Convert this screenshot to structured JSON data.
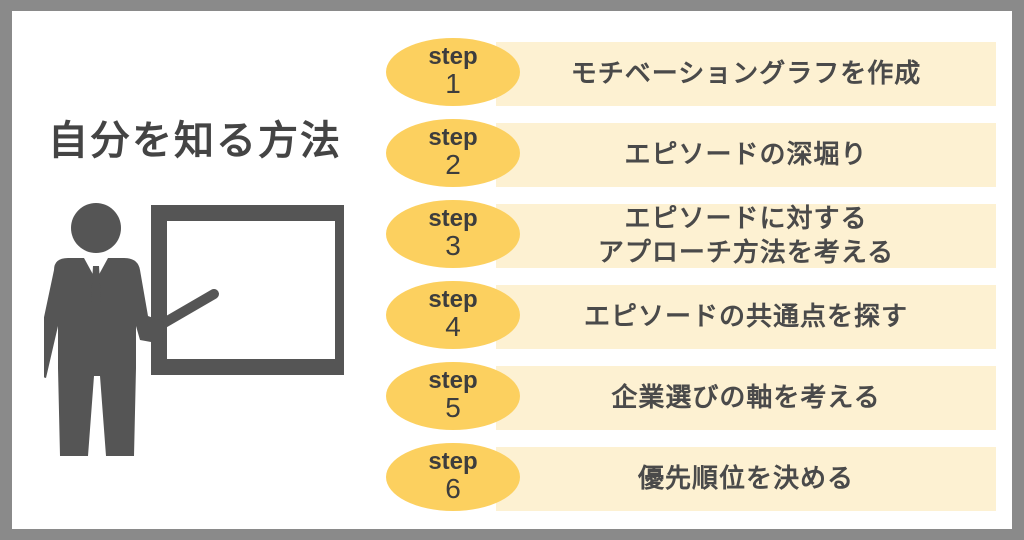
{
  "title": "自分を知る方法",
  "illustration": {
    "icon": "presenter-at-whiteboard-icon",
    "color": "#555555"
  },
  "colors": {
    "frame": "#8a8a8a",
    "badge": "#fcd05f",
    "bar": "#fdf1d2",
    "text": "#444444"
  },
  "steps": [
    {
      "label": "step",
      "number": "1",
      "lines": [
        "モチベーショングラフを作成"
      ]
    },
    {
      "label": "step",
      "number": "2",
      "lines": [
        "エピソードの深堀り"
      ]
    },
    {
      "label": "step",
      "number": "3",
      "lines": [
        "エピソードに対する",
        "アプローチ方法を考える"
      ]
    },
    {
      "label": "step",
      "number": "4",
      "lines": [
        "エピソードの共通点を探す"
      ]
    },
    {
      "label": "step",
      "number": "5",
      "lines": [
        "企業選びの軸を考える"
      ]
    },
    {
      "label": "step",
      "number": "6",
      "lines": [
        "優先順位を決める"
      ]
    }
  ]
}
